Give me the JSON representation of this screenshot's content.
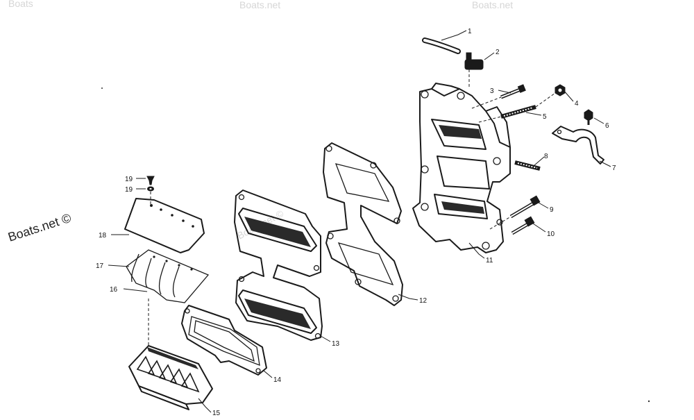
{
  "watermark": {
    "main_text": "Boats.net ©",
    "faint_top": [
      "Boats",
      "Boats.net",
      "Boats.net"
    ],
    "faint_center": "Boats.net ©"
  },
  "callouts": [
    {
      "id": "1",
      "text": "1"
    },
    {
      "id": "2",
      "text": "2"
    },
    {
      "id": "3",
      "text": "3"
    },
    {
      "id": "4",
      "text": "4"
    },
    {
      "id": "5",
      "text": "5"
    },
    {
      "id": "6",
      "text": "6"
    },
    {
      "id": "7",
      "text": "7"
    },
    {
      "id": "8",
      "text": "8"
    },
    {
      "id": "9",
      "text": "9"
    },
    {
      "id": "10",
      "text": "10"
    },
    {
      "id": "11",
      "text": "11"
    },
    {
      "id": "12",
      "text": "12"
    },
    {
      "id": "13",
      "text": "13"
    },
    {
      "id": "14",
      "text": "14"
    },
    {
      "id": "15",
      "text": "15"
    },
    {
      "id": "16",
      "text": "16"
    },
    {
      "id": "17",
      "text": "17"
    },
    {
      "id": "18",
      "text": "18"
    },
    {
      "id": "19a",
      "text": "19"
    },
    {
      "id": "19b",
      "text": "19"
    }
  ]
}
